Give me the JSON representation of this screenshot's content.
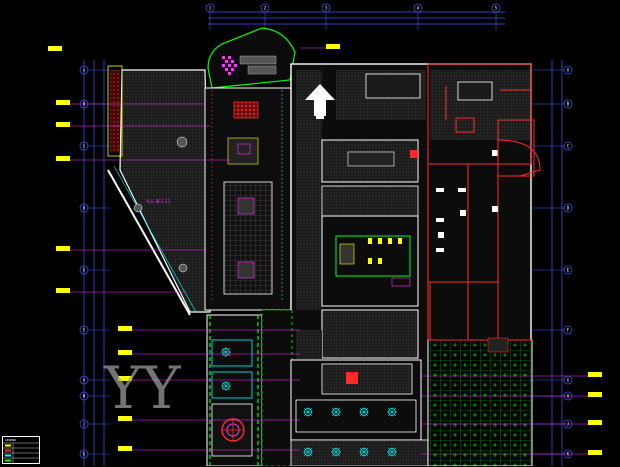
{
  "drawing": {
    "background": "#000000",
    "layer_colors": {
      "wall": "#ffffff",
      "partition": "#ff2a2a",
      "magenta": "#ff33ff",
      "cyan": "#00ffff",
      "yellow": "#ffff00",
      "green": "#00ff00",
      "dim_blue": "#3a5cff",
      "hatch_gray": "#5a5a5a"
    },
    "grid_top": [
      "1",
      "2",
      "3",
      "4",
      "5"
    ],
    "grid_left": [
      "A",
      "B",
      "C",
      "D",
      "E",
      "F",
      "G",
      "H",
      "J",
      "K"
    ],
    "grid_right": [
      "A",
      "B",
      "C",
      "D",
      "E",
      "F",
      "G",
      "H",
      "J",
      "K"
    ],
    "plan_note": "YLS-RF2-13",
    "watermark": "YY",
    "legend_title": "LEGEND"
  }
}
